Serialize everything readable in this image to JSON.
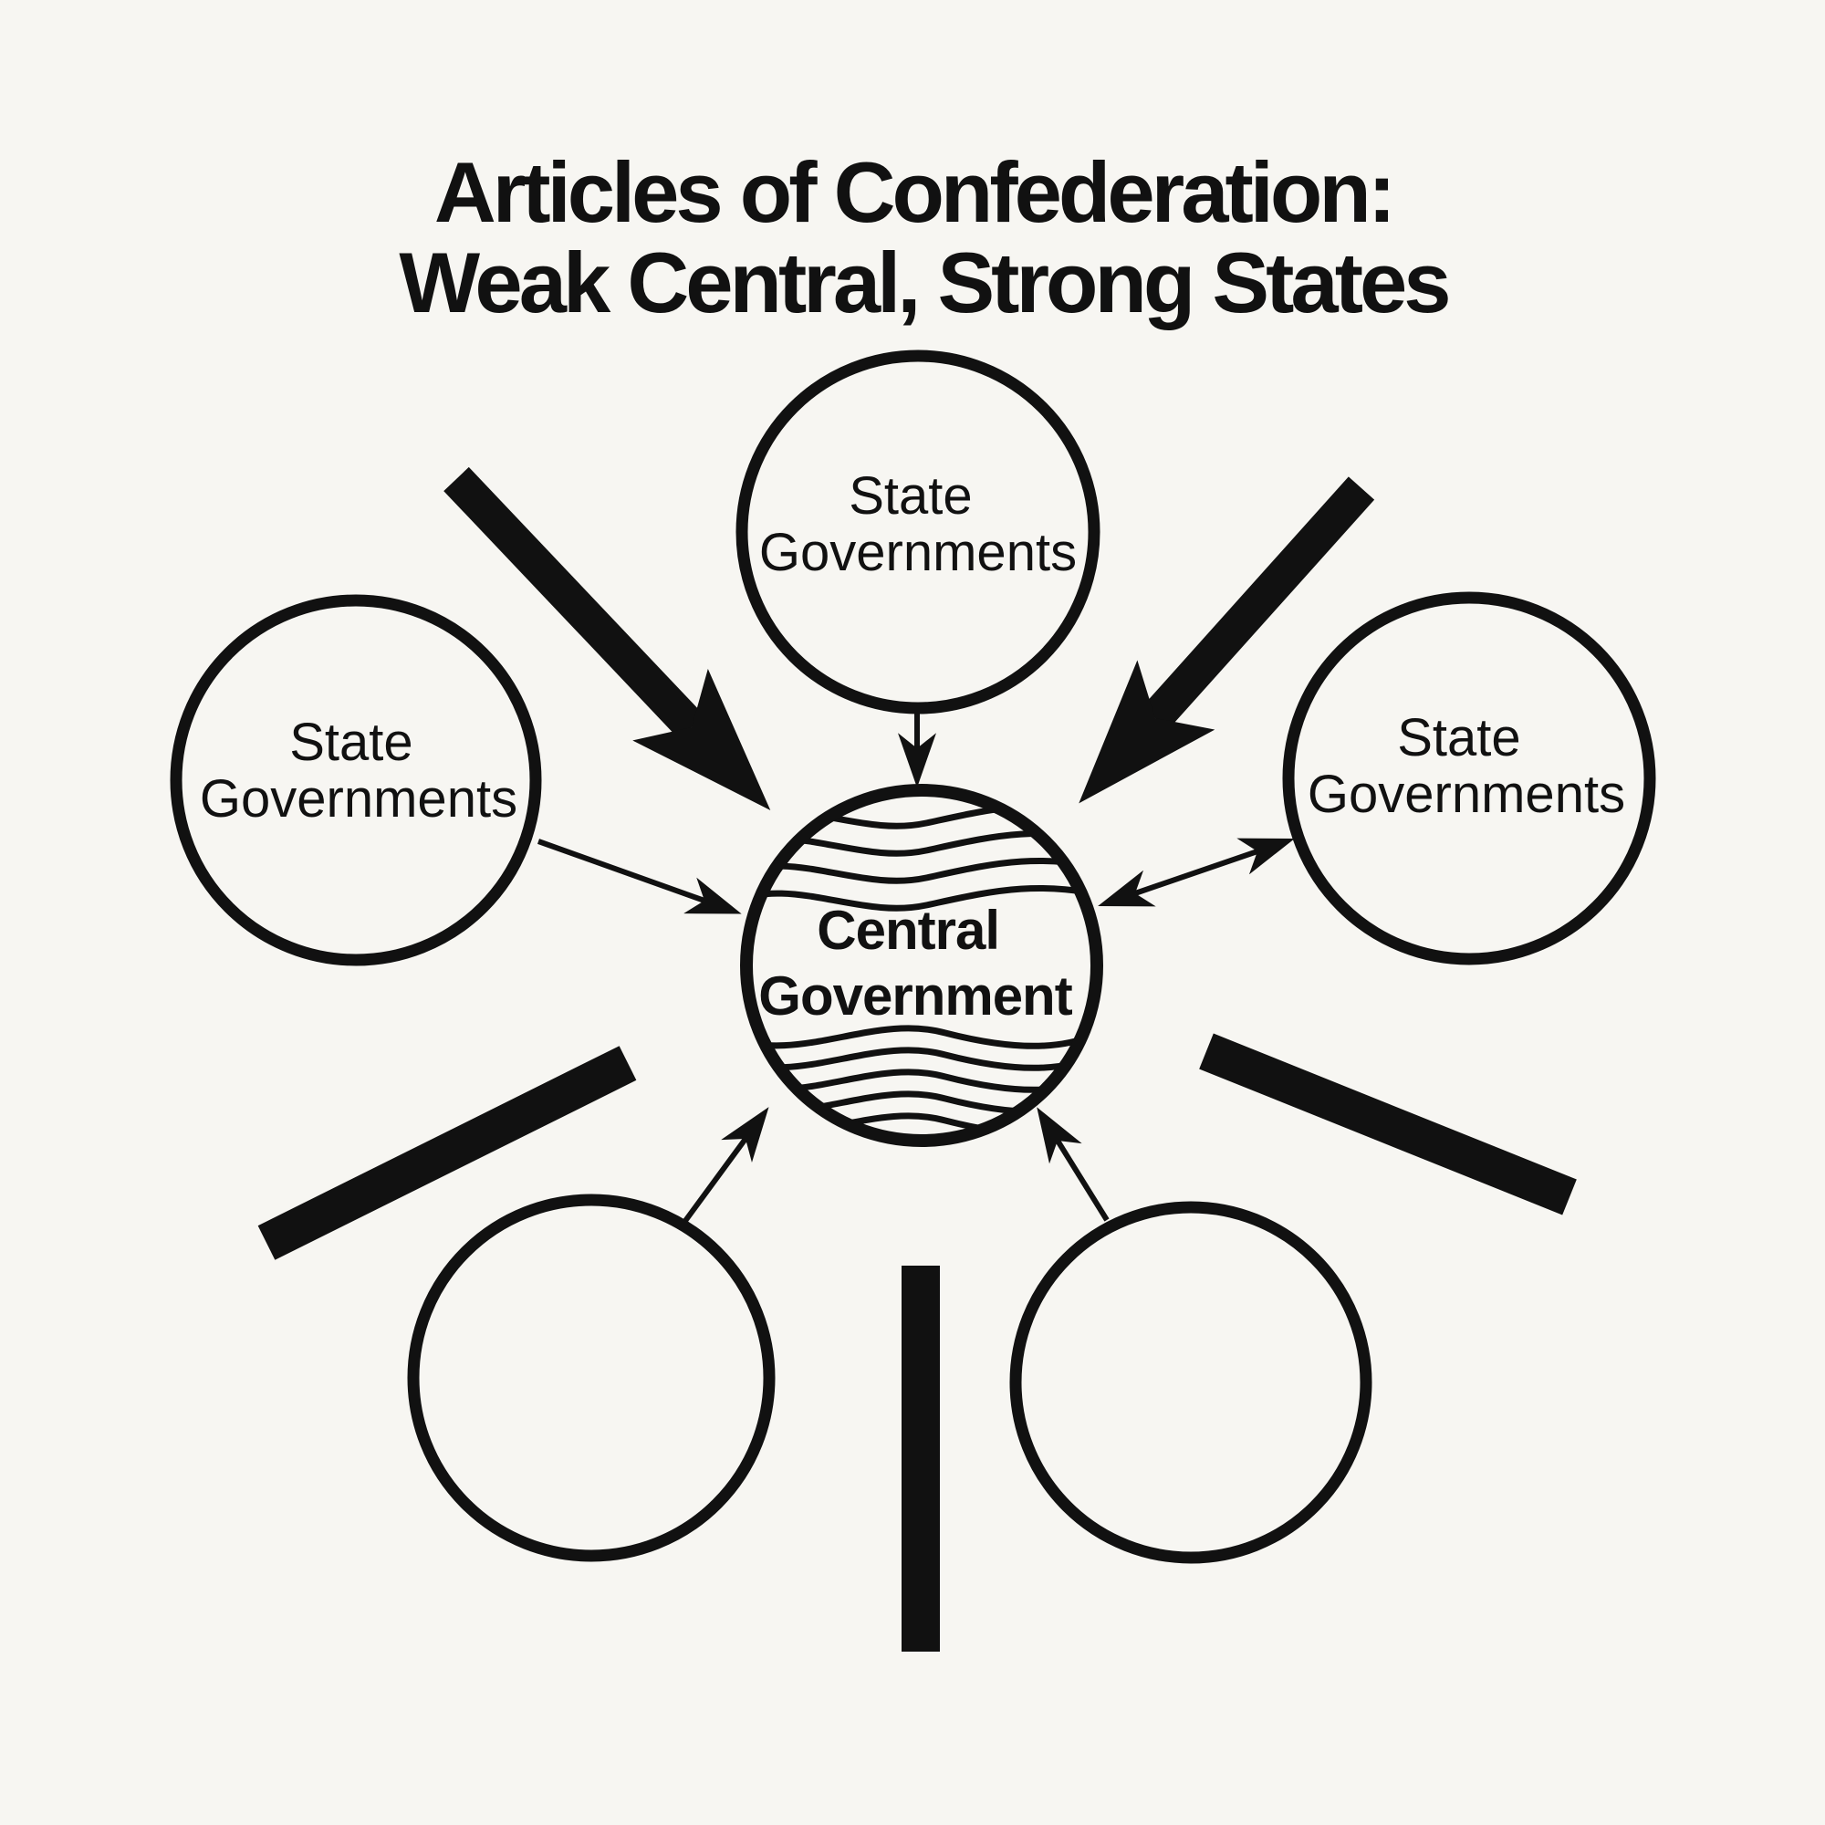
{
  "title": {
    "line1": "Articles of Confederation:",
    "line2": "Weak Central, Strong States"
  },
  "nodes": {
    "center": {
      "label": [
        "Central",
        "Government"
      ]
    },
    "top": {
      "label": [
        "State",
        "Governments"
      ]
    },
    "left": {
      "label": [
        "State",
        "Governments"
      ]
    },
    "right": {
      "label": [
        "State",
        "Governments"
      ]
    },
    "bottom_left": {
      "label": []
    },
    "bottom_right": {
      "label": []
    }
  },
  "connectors": [
    {
      "from": "top",
      "to": "center",
      "style": "thin-arrow"
    },
    {
      "from": "left",
      "to": "center",
      "style": "thin-arrow"
    },
    {
      "from": "right",
      "to": "center",
      "style": "thin-double-arrow"
    },
    {
      "from": "bottom_left",
      "to": "center",
      "style": "thin-arrow"
    },
    {
      "from": "bottom_right",
      "to": "center",
      "style": "thin-arrow"
    },
    {
      "from": "upper-left",
      "to": "center",
      "style": "thick-arrow"
    },
    {
      "from": "upper-right",
      "to": "center",
      "style": "thick-arrow"
    }
  ],
  "decorations": [
    {
      "style": "thick-bar",
      "position": "mid-left"
    },
    {
      "style": "thick-bar",
      "position": "mid-right"
    },
    {
      "style": "thick-bar",
      "position": "bottom-center"
    }
  ],
  "colors": {
    "ink": "#111111",
    "bg": "#f7f6f2"
  }
}
